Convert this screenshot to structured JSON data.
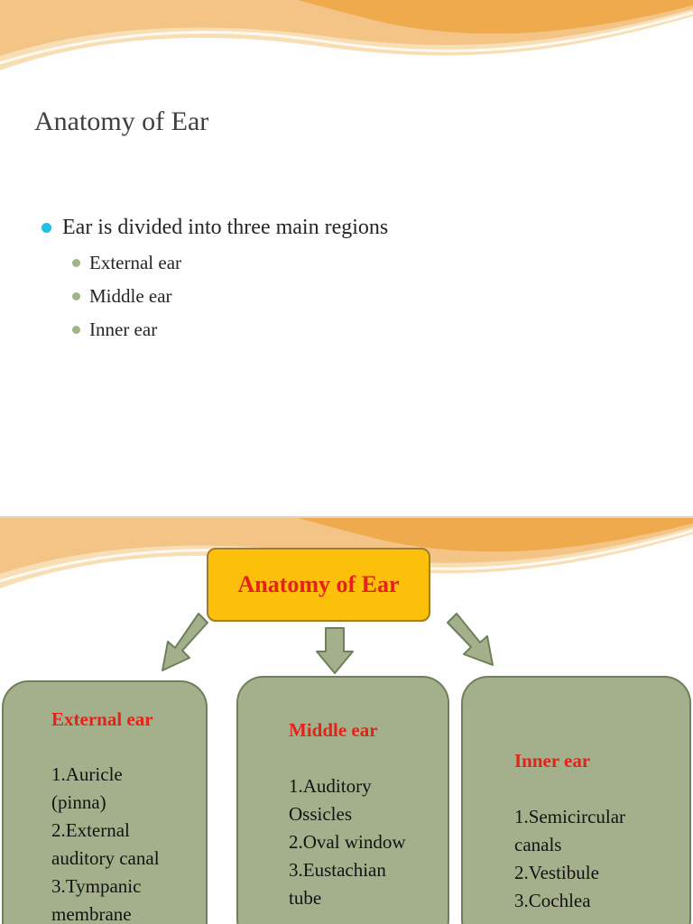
{
  "slide1": {
    "title": "Anatomy of Ear",
    "bullet": "Ear is divided into three main regions",
    "sub_bullets": [
      "External ear",
      "Middle ear",
      "Inner ear"
    ]
  },
  "slide2": {
    "top_box": "Anatomy of Ear",
    "regions": [
      {
        "title": "External ear",
        "lines": [
          "1.Auricle",
          "(pinna)",
          "2.External",
          "auditory canal",
          "3.Tympanic",
          "membrane"
        ]
      },
      {
        "title": "Middle ear",
        "lines": [
          "1.Auditory",
          "Ossicles",
          "2.Oval window",
          "3.Eustachian",
          "tube"
        ]
      },
      {
        "title": "Inner ear",
        "lines": [
          "1.Semicircular",
          "canals",
          "2.Vestibule",
          "3.Cochlea"
        ]
      }
    ]
  },
  "colors": {
    "heading_red": "#e32219",
    "top_box_fill": "#fcc00b",
    "region_fill": "#a3b08b",
    "bullet_cyan": "#22bfe0",
    "sub_bullet_green": "#9fb48b",
    "swoosh_orange": "#f2b560"
  }
}
